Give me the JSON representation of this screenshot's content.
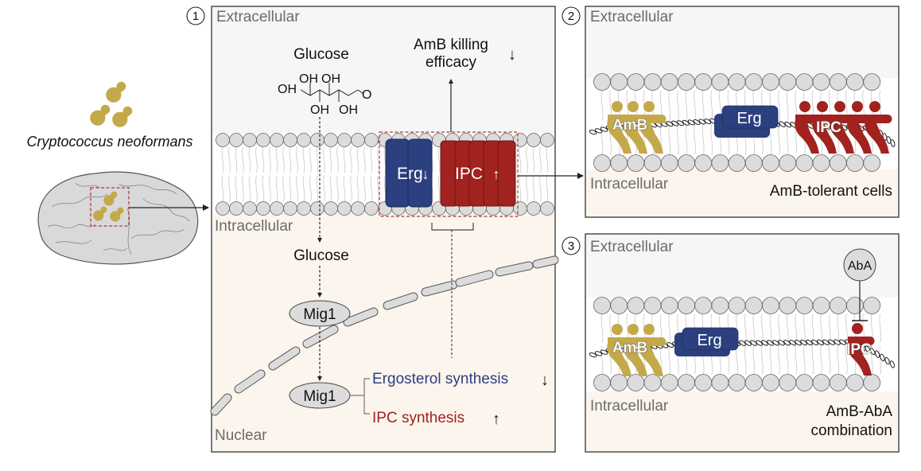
{
  "organism": {
    "name": "Cryptococcus neoformans"
  },
  "colors": {
    "yeast": "#c4a94a",
    "erg": "#2c3f7f",
    "ipc": "#a1221f",
    "amb": "#c4a94a",
    "highlight_box": "#b33a3a",
    "extracellular_bg": "#f6f6f6",
    "intracellular_bg": "#fcf5ee",
    "lipid_head": "#dcdcdc"
  },
  "panel1": {
    "number": "1",
    "extracellular_label": "Extracellular",
    "intracellular_label": "Intracellular",
    "nuclear_label": "Nuclear",
    "glucose_top_label": "Glucose",
    "glucose_structure": {
      "oh_labels": [
        "OH",
        "OH",
        "OH",
        "OH",
        "OH"
      ],
      "o_label": "O"
    },
    "glucose_inner_label": "Glucose",
    "amb_efficacy_line1": "AmB killing",
    "amb_efficacy_line2": "efficacy",
    "amb_efficacy_arrow": "↓",
    "erg_label": "Erg",
    "erg_arrow": "↓",
    "ipc_label": "IPC",
    "ipc_arrow": "↑",
    "mig1_cytoplasm": "Mig1",
    "mig1_nucleus": "Mig1",
    "ergosterol_synthesis": "Ergosterol synthesis",
    "ergosterol_arrow": "↓",
    "ipc_synthesis": "IPC synthesis",
    "ipc_synthesis_arrow": "↑"
  },
  "panel2": {
    "number": "2",
    "extracellular_label": "Extracellular",
    "intracellular_label": "Intracellular",
    "amb_label": "AmB",
    "erg_label": "Erg",
    "ipc_label": "IPC",
    "caption": "AmB-tolerant cells",
    "amb_count": 3,
    "ipc_count": 5
  },
  "panel3": {
    "number": "3",
    "extracellular_label": "Extracellular",
    "intracellular_label": "Intracellular",
    "amb_label": "AmB",
    "erg_label": "Erg",
    "ipc_label": "IPC",
    "aba_label": "AbA",
    "caption_line1": "AmB-AbA",
    "caption_line2": "combination",
    "amb_count": 3,
    "ipc_count": 1
  }
}
